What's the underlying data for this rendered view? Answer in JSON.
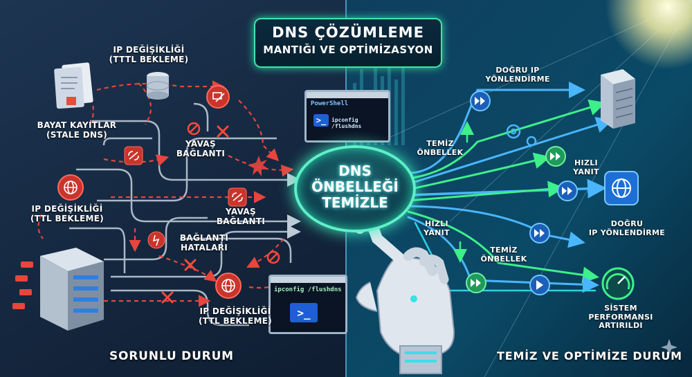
{
  "title": {
    "line1": "DNS ÇÖZÜMLEME",
    "line2": "MANTIĞI VE OPTİMİZASYON"
  },
  "center_button": {
    "line1": "DNS",
    "line2": "ÖNBELLEĞİ",
    "line3": "TEMİZLE"
  },
  "terminals": {
    "top": {
      "app": "PowerShell",
      "command": "ipconfig /flushdns"
    },
    "bottom": {
      "command": "ipconfig /flushdns"
    }
  },
  "left": {
    "panel_title": "SORUNLU DURUM",
    "labels": {
      "ip_change_top": {
        "l1": "IP DEĞİŞİKLİĞİ",
        "l2": "(TTTL BEKLEME)"
      },
      "stale": {
        "l1": "BAYAT KAYITLAR",
        "l2": "(STALE DNS)"
      },
      "slow1": {
        "l1": "YAVAŞ",
        "l2": "BAĞLANTI"
      },
      "ip_change_mid": {
        "l1": "IP DEĞİŞİKLİĞİ",
        "l2": "(TTL BEKLEME)"
      },
      "slow2": {
        "l1": "YAVAŞ",
        "l2": "BAĞLANTI"
      },
      "errors": {
        "l1": "BAĞLANTI",
        "l2": "HATALARI"
      },
      "ip_change_bottom": {
        "l1": "IP DEĞİŞİKLİĞİ",
        "l2": "(TTL BEKLEME)"
      }
    }
  },
  "right": {
    "panel_title": "TEMİZ VE OPTİMİZE DURUM",
    "labels": {
      "correct_ip_top": {
        "l1": "DOĞRU IP",
        "l2": "YÖNLENDİRME"
      },
      "clean1": {
        "l1": "TEMİZ",
        "l2": "ÖNBELLEK"
      },
      "fast1": {
        "l1": "HIZLI",
        "l2": "YANIT"
      },
      "correct_ip_mid": {
        "l1": "DOĞRU",
        "l2": "IP YÖNLENDİRME"
      },
      "fast2": {
        "l1": "HIZLI",
        "l2": "YANIT"
      },
      "clean2": {
        "l1": "TEMİZ",
        "l2": "ÖNBELLEK"
      },
      "perf": {
        "l1": "SİSTEM",
        "l2": "PERFORMANSI",
        "l3": "ARTIRILDI"
      }
    }
  },
  "colors": {
    "problem": "#e8453c",
    "success": "#2fe08a",
    "flow": "#3aa8ff",
    "accent": "#3ee6a8"
  }
}
